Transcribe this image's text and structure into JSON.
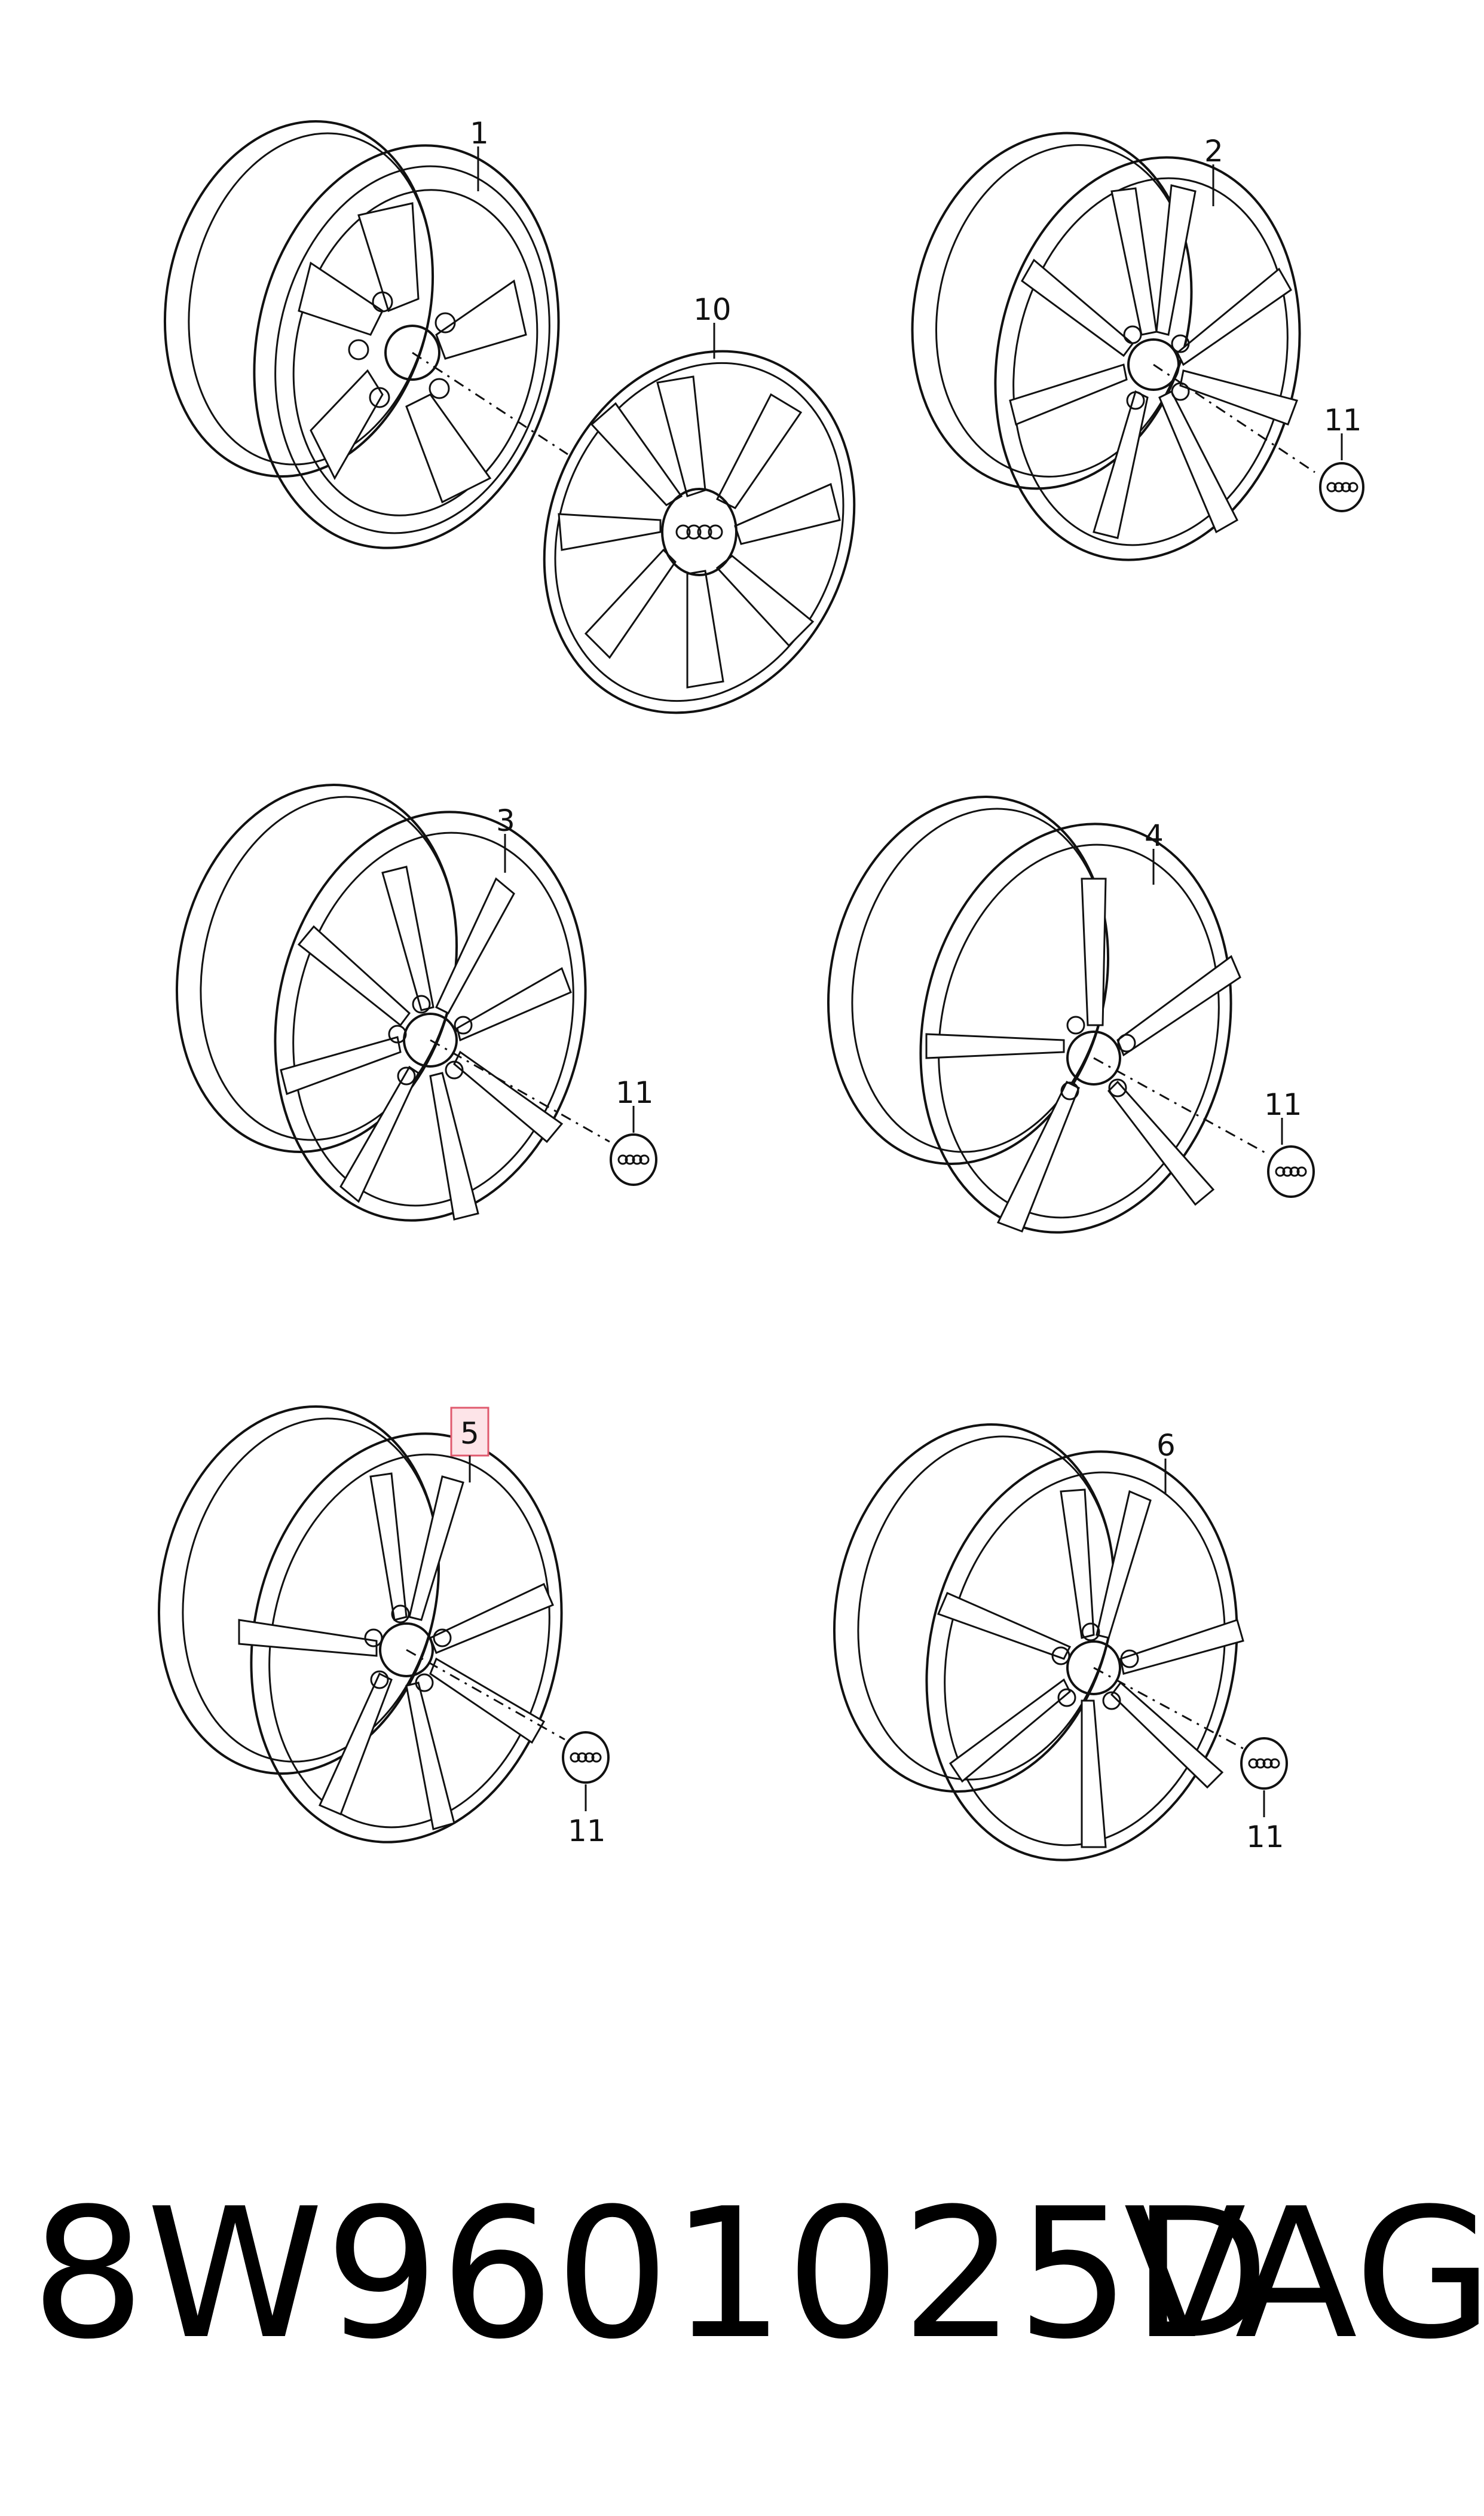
{
  "callouts": {
    "c1": "1",
    "c2": "2",
    "c3": "3",
    "c4": "4",
    "c5": "5",
    "c6": "6",
    "c10": "10",
    "c11a": "11",
    "c11b": "11",
    "c11c": "11",
    "c11d": "11",
    "c11e": "11"
  },
  "footer": {
    "part_number": "8W9601025D",
    "brand": "VAG"
  },
  "highlight_color": "#e05a6e"
}
